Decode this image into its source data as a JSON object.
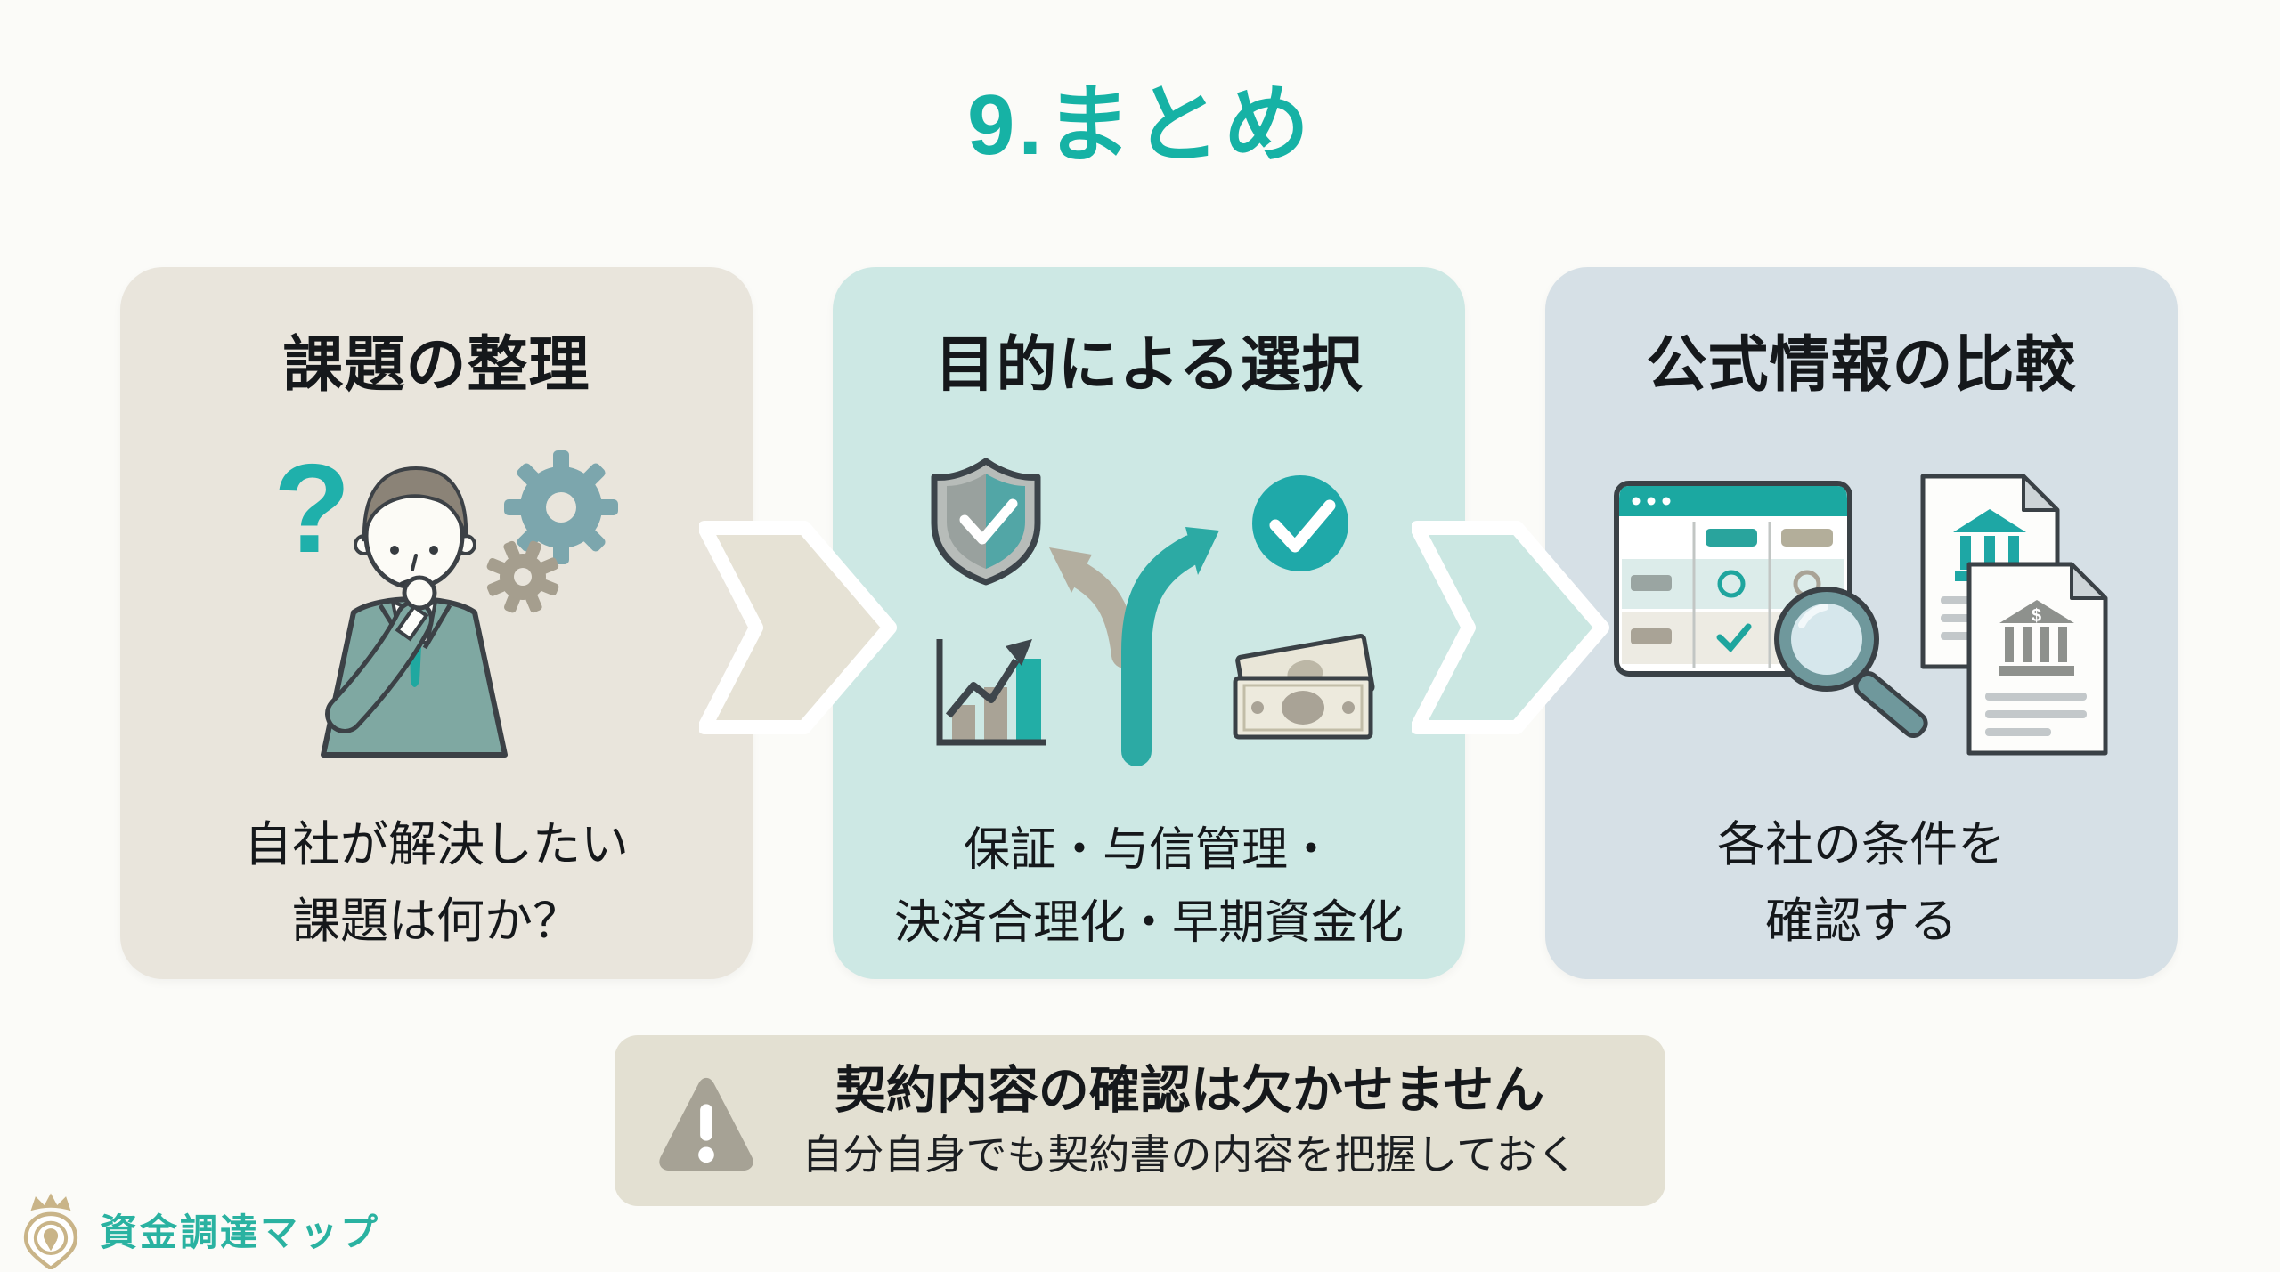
{
  "slide": {
    "title": "9.まとめ",
    "background_color": "#fbfbf8",
    "accent_color": "#16b2a5"
  },
  "cards": [
    {
      "title": "課題の整理",
      "body": [
        "自社が解決したい",
        "課題は何か？"
      ],
      "background_color": "#e9e5dc",
      "icons": [
        "question-mark",
        "thinking-person",
        "gear-large",
        "gear-small"
      ]
    },
    {
      "title": "目的による選択",
      "body": [
        "保証・与信管理・",
        "決済合理化・早期資金化"
      ],
      "background_color": "#cde8e4",
      "icons": [
        "shield-check",
        "branching-arrows",
        "check-circle",
        "growth-chart",
        "banknotes"
      ]
    },
    {
      "title": "公式情報の比較",
      "body": [
        "各社の条件を",
        "確認する"
      ],
      "background_color": "#d6e0e6",
      "icons": [
        "comparison-table-window",
        "magnifying-glass",
        "bank-document-back",
        "bank-document-front"
      ]
    }
  ],
  "arrows": [
    {
      "from": "課題の整理",
      "to": "目的による選択",
      "color": "#e6e2d5"
    },
    {
      "from": "目的による選択",
      "to": "公式情報の比較",
      "color": "#cbe7e2"
    }
  ],
  "warning": {
    "icon": "warning-triangle",
    "title": "契約内容の確認は欠かせません",
    "subtitle": "自分自身でも契約書の内容を把握しておく",
    "background_color": "#e3e0d2"
  },
  "logo": {
    "icon": "crown-map-pin",
    "text": "資金調達マップ",
    "text_color": "#2ab2a1"
  },
  "icons_text": {
    "question_mark": "?",
    "dollar_sign": "$"
  }
}
